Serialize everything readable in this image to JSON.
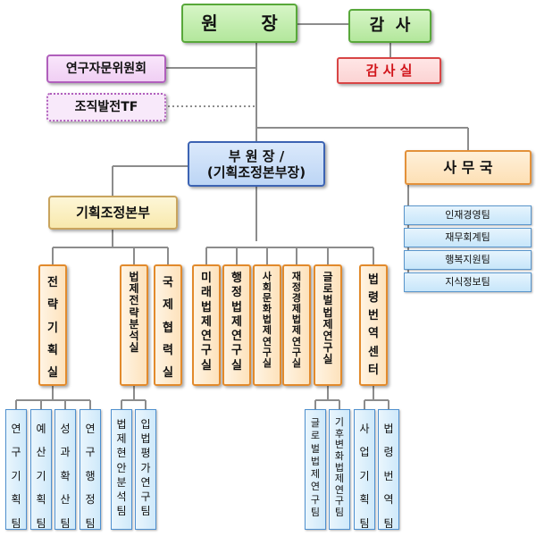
{
  "top": {
    "director": "원       장",
    "auditor": "감  사",
    "audit_office": "감 사 실",
    "advisory_committee": "연구자문위원회",
    "tf": "조직발전TF"
  },
  "middle": {
    "vice_director": "부 원 장 /",
    "vice_director_sub": "(기획조정본부장)",
    "secretariat": "사 무 국",
    "planning_hq": "기획조정본부"
  },
  "secretariat_teams": [
    "인재경영팀",
    "재무회계팀",
    "행복지원팀",
    "지식정보팀"
  ],
  "planning_units": [
    "전략기획실",
    "법제전략분석실",
    "국제협력실"
  ],
  "research_units": [
    "미래법제연구실",
    "행정법제연구실",
    "사회문화법제연구실",
    "재정경제법제연구실",
    "글로벌법제연구실",
    "법령번역센터"
  ],
  "teams_strategy": [
    "연구기획팀",
    "예산기획팀",
    "성과확산팀",
    "연구행정팀"
  ],
  "teams_analysis": [
    "법제현안분석팀",
    "입법평가연구팀"
  ],
  "teams_global": [
    "글로벌법제연구팀",
    "기후변화법제연구팀"
  ],
  "teams_translation": [
    "사업기획팀",
    "법령번역팀"
  ]
}
